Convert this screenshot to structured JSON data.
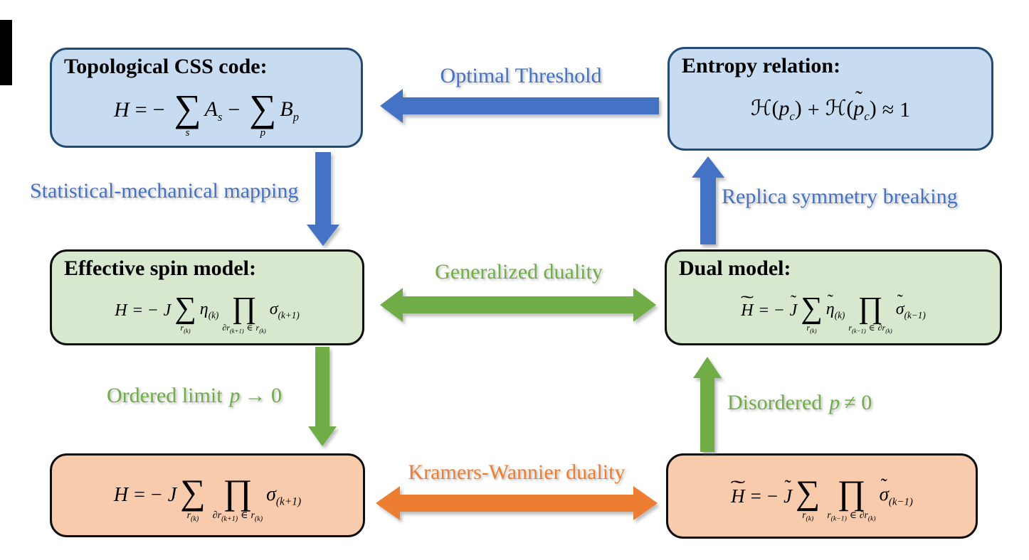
{
  "colors": {
    "blue_accent": "#4472C4",
    "green_accent": "#70AD47",
    "orange_accent": "#ED7D31",
    "blue_box_fill": "#C7DCF0",
    "blue_box_border": "#234C74",
    "green_box_fill": "#D7E8CF",
    "orange_box_fill": "#F8CBAD",
    "dark_border": "#0d0d0d"
  },
  "math": {
    "tilde": "˜",
    "sum": "∑",
    "prod": "∏",
    "eq": "=",
    "minus": "−",
    "plus": "+",
    "approx": "≈",
    "in": "∈",
    "lp": "(",
    "rp": ")",
    "one": "1"
  },
  "boxes": {
    "top_left": {
      "title": "Topological CSS code:",
      "H": "H",
      "A": "A",
      "B": "B",
      "s": "s",
      "p": "p"
    },
    "top_right": {
      "title": "Entropy relation:",
      "h": "ℋ",
      "p": "p",
      "c": "c"
    },
    "mid_left": {
      "title": "Effective spin model:",
      "H": "H",
      "J": "J",
      "eta": "η",
      "sigma": "σ",
      "r": "r",
      "dr": "∂r",
      "k": "(k)",
      "kp": "(k+1)"
    },
    "mid_right": {
      "title": "Dual model:",
      "H": "H",
      "J": "J",
      "eta": "η",
      "sigma": "σ",
      "r": "r",
      "dr": "∂r",
      "k": "(k)",
      "km": "(k−1)"
    },
    "bottom_left": {
      "H": "H",
      "J": "J",
      "sigma": "σ",
      "r": "r",
      "dr": "∂r",
      "k": "(k)",
      "kp": "(k+1)"
    },
    "bottom_right": {
      "H": "H",
      "J": "J",
      "sigma": "σ",
      "r": "r",
      "dr": "∂r",
      "k": "(k)",
      "km": "(k−1)"
    }
  },
  "labels": {
    "optimal_threshold": "Optimal Threshold",
    "stat_mech": "Statistical-mechanical mapping",
    "replica": "Replica symmetry breaking",
    "generalized": "Generalized duality",
    "ordered_text": "Ordered limit",
    "ordered_p": "p",
    "ordered_rest": "→ 0",
    "disordered_text": "Disordered",
    "disordered_p": "p",
    "disordered_rest": "≠ 0",
    "kramers": "Kramers-Wannier duality"
  }
}
